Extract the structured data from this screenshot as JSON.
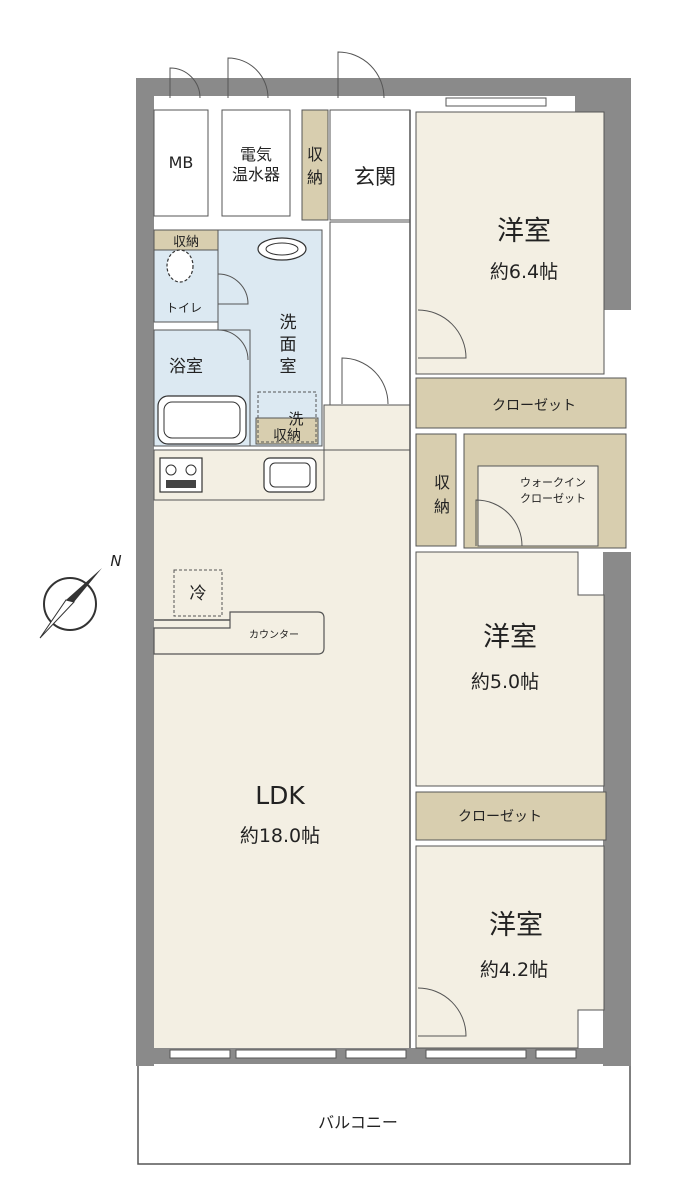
{
  "colors": {
    "wall": "#8a8a8a",
    "floor_main": "#f3efe3",
    "floor_wet": "#dce9f2",
    "storage": "#d8ceaf",
    "white": "#ffffff",
    "line": "#555555"
  },
  "rooms": {
    "mb": "MB",
    "water_heater_1": "電気",
    "water_heater_2": "温水器",
    "entrance_storage_1": "収",
    "entrance_storage_2": "納",
    "entrance": "玄関",
    "toilet_storage": "収納",
    "toilet": "トイレ",
    "washroom_1": "洗",
    "washroom_2": "面",
    "washroom_3": "室",
    "bath": "浴室",
    "laundry": "洗",
    "laundry_storage": "収納",
    "western1_name": "洋室",
    "western1_size": "約6.4帖",
    "closet1": "クローゼット",
    "storage2_1": "収",
    "storage2_2": "納",
    "walkin_1": "ウォークイン",
    "walkin_2": "クローゼット",
    "fridge": "冷",
    "counter": "カウンター",
    "western2_name": "洋室",
    "western2_size": "約5.0帖",
    "closet2": "クローゼット",
    "ldk_name": "LDK",
    "ldk_size": "約18.0帖",
    "western3_name": "洋室",
    "western3_size": "約4.2帖",
    "balcony": "バルコニー",
    "north": "N"
  },
  "icons": {
    "compass": "north-arrow-icon",
    "stove": "stove-icon",
    "sink": "sink-icon",
    "bathtub": "bathtub-icon",
    "toilet": "toilet-icon",
    "basin": "washbasin-icon"
  }
}
